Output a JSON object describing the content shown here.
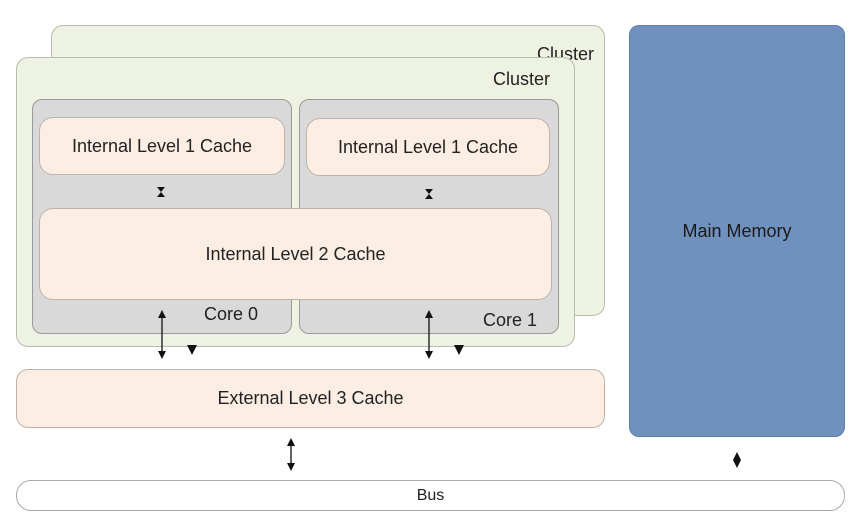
{
  "back_cluster": {
    "label": "Cluster"
  },
  "front_cluster": {
    "label": "Cluster"
  },
  "core0": {
    "label": "Core 0",
    "l1_label": "Internal Level 1 Cache"
  },
  "core1": {
    "label": "Core 1",
    "l1_label": "Internal Level 1 Cache"
  },
  "l2": {
    "label": "Internal Level 2 Cache"
  },
  "l3": {
    "label": "External Level 3 Cache"
  },
  "main_memory": {
    "label": "Main Memory"
  },
  "bus": {
    "label": "Bus"
  },
  "colors": {
    "cluster_fill": "#eef2e3",
    "core_fill": "#d9d9d9",
    "cache_fill": "#fdeee4",
    "memory_fill": "#7090be",
    "bus_fill": "#ffffff"
  }
}
